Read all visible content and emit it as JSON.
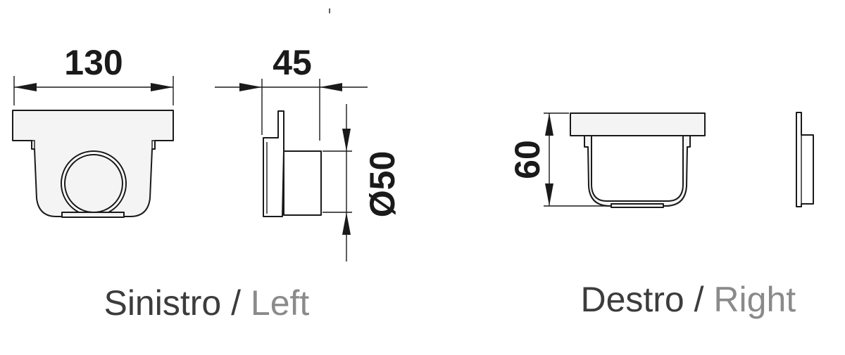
{
  "dimensions": {
    "left_width": "130",
    "left_depth": "45",
    "outlet_diameter": "Ø50",
    "right_height": "60"
  },
  "captions": {
    "left": {
      "it": "Sinistro",
      "separator": " / ",
      "en": "Left"
    },
    "right": {
      "it": "Destro",
      "separator": " / ",
      "en": "Right"
    }
  },
  "colors": {
    "ink": "#1a1a1a",
    "caption_primary": "#3c3c3c",
    "caption_secondary": "#8a8a8a"
  }
}
